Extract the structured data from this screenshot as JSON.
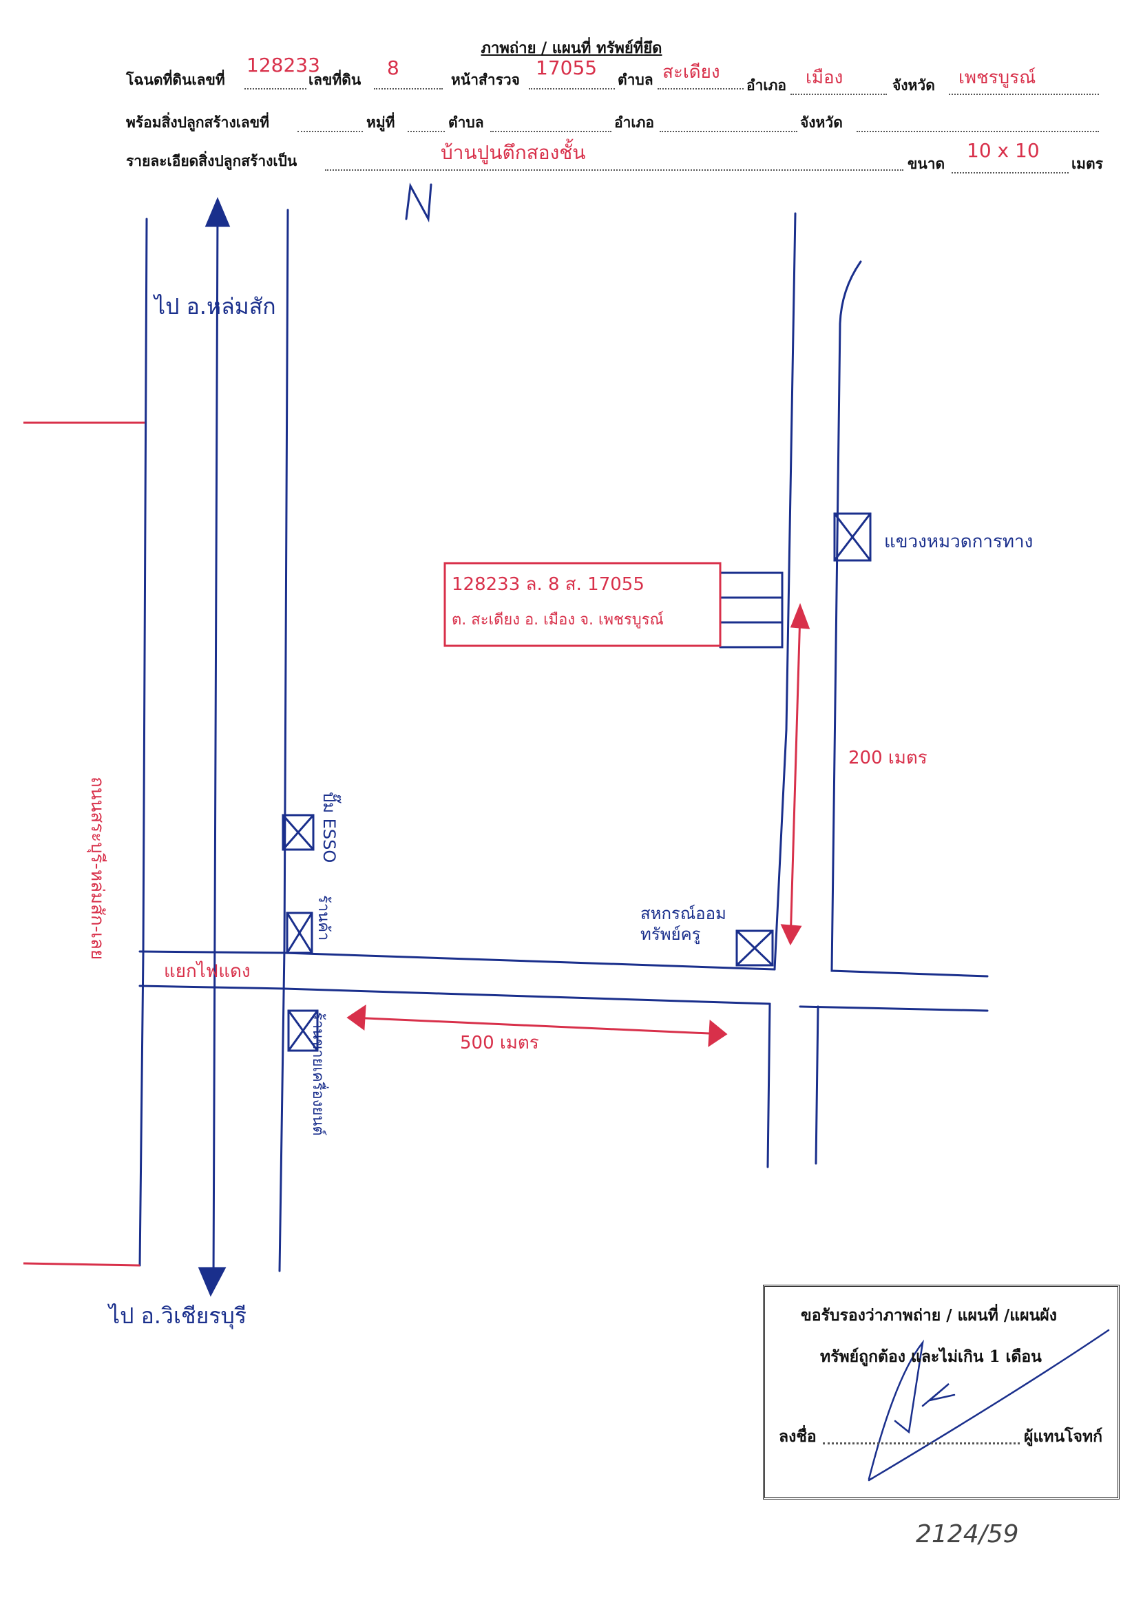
{
  "header": {
    "title": "ภาพถ่าย / แผนที่ ทรัพย์ที่ยึด",
    "row1": {
      "deed_label": "โฉนดที่ดินเลขที่",
      "deed_value": "128233",
      "land_no_label": "เลขที่ดิน",
      "land_no_value": "8",
      "survey_label": "หน้าสำรวจ",
      "survey_value": "17055",
      "subdistrict_label": "ตำบล",
      "subdistrict_value": "สะเดียง",
      "district_label": "อำเภอ",
      "district_value": "เมือง",
      "province_label": "จังหวัด",
      "province_value": "เพชรบูรณ์"
    },
    "row2": {
      "building_no_label": "พร้อมสิ่งปลูกสร้างเลขที่",
      "moo_label": "หมู่ที่",
      "subdistrict_label": "ตำบล",
      "district_label": "อำเภอ",
      "province_label": "จังหวัด"
    },
    "row3": {
      "detail_label": "รายละเอียดสิ่งปลูกสร้างเป็น",
      "detail_value": "บ้านปูนตึกสองชั้น",
      "size_label": "ขนาด",
      "size_value": "10 x 10",
      "unit_label": "เมตร"
    }
  },
  "map": {
    "north": "N",
    "to_north": "ไป อ.หล่มสัก",
    "to_south": "ไป อ.วิเชียรบุรี",
    "junction": "แยกไฟแดง",
    "canal_road": "ถนนสระบุรี-หล่มสัก-เลย",
    "highway_office": "แขวงหมวดการทาง",
    "esso": "ปั๊ม ESSO",
    "shop1": "ร้านค้า",
    "shop2": "ร้านขายเครื่องยนต์",
    "coop": "สหกรณ์ออมทรัพย์ครู",
    "distance_v": "200 เมตร",
    "distance_h": "500 เมตร",
    "plot_line1": "128233 ล. 8 ส. 17055",
    "plot_line2": "ต. สะเดียง อ. เมือง จ. เพชรบูรณ์"
  },
  "certification": {
    "line1": "ขอรับรองว่าภาพถ่าย / แผนที่ /แผนผัง",
    "line2": "ทรัพย์ถูกต้อง และไม่เกิน 1 เดือน",
    "sign_label": "ลงชื่อ",
    "sign_role": "ผู้แทนโจทก์"
  },
  "footer": {
    "case_no": "2124/59"
  },
  "colors": {
    "ink_blue": "#1a2f8c",
    "ink_red": "#d8304a"
  }
}
